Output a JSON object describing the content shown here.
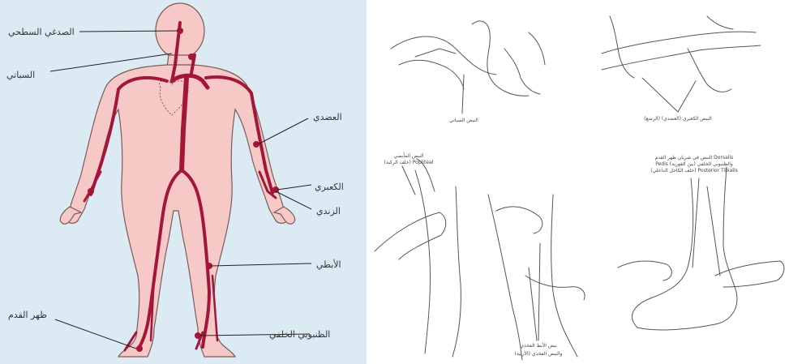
{
  "body_chart": {
    "labels": {
      "superficial_temporal": "الصدغي السطحي",
      "carotid": "السباتي",
      "brachial": "العضدي",
      "radial": "الكعبري",
      "ulnar": "الزندي",
      "femoral": "الأبطي",
      "dorsalis_pedis": "ظهر القدم",
      "posterior_tibial": "الظنبوبي الخلفي"
    },
    "colors": {
      "background": "#dceaf4",
      "body": "#f7c9c6",
      "artery": "#a3163a",
      "outline": "#7a5a58"
    }
  },
  "sketches": {
    "carotid": "النبض السباتي",
    "brachial_radial": "النبض الكعبري (العضدي) (الرسغ)",
    "popliteal_1": "النبض المأبضي",
    "popliteal_2": "(خلف الركبة) Popliteal",
    "femoral_1": "نبض الأبط الفخذي",
    "femoral_2": "والنبض الفخذي (الأربية)",
    "foot_1": "النبض في شريان ظهر القدم Dorsalis",
    "foot_2": "Pedis (بين الفورية) والظنبوبي الخلفي",
    "foot_3": "(خلف الكاحل الداخلي) Posterior Tibialis"
  }
}
